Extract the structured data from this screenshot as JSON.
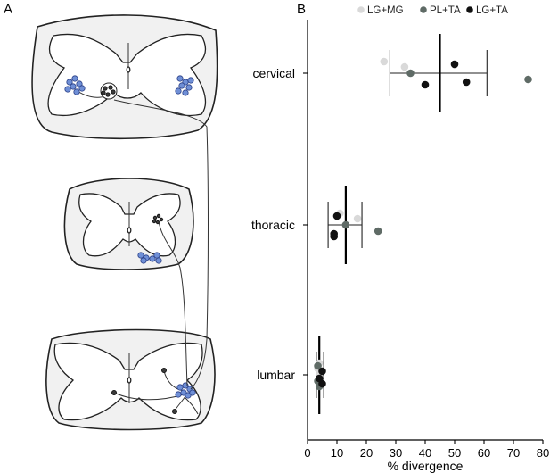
{
  "panel_labels": {
    "a": "A",
    "b": "B"
  },
  "chart_data": {
    "type": "scatter",
    "xlabel": "% divergence",
    "ylabel": "",
    "xlim": [
      0,
      80
    ],
    "xticks": [
      0,
      10,
      20,
      30,
      40,
      50,
      60,
      70,
      80
    ],
    "categories": [
      "cervical",
      "thoracic",
      "lumbar"
    ],
    "legend_position": "top",
    "series": [
      {
        "name": "LG+MG",
        "color": "#d9d9d9",
        "points": [
          {
            "category": "cervical",
            "value": 26
          },
          {
            "category": "cervical",
            "value": 33
          },
          {
            "category": "thoracic",
            "value": 11
          },
          {
            "category": "thoracic",
            "value": 17
          },
          {
            "category": "lumbar",
            "value": 4
          },
          {
            "category": "lumbar",
            "value": 3.5
          },
          {
            "category": "lumbar",
            "value": 4
          }
        ]
      },
      {
        "name": "PL+TA",
        "color": "#5f6b66",
        "points": [
          {
            "category": "cervical",
            "value": 35
          },
          {
            "category": "cervical",
            "value": 75
          },
          {
            "category": "thoracic",
            "value": 13
          },
          {
            "category": "thoracic",
            "value": 24
          },
          {
            "category": "lumbar",
            "value": 3.5
          },
          {
            "category": "lumbar",
            "value": 4
          },
          {
            "category": "lumbar",
            "value": 3.5
          }
        ]
      },
      {
        "name": "LG+TA",
        "color": "#111111",
        "points": [
          {
            "category": "cervical",
            "value": 40
          },
          {
            "category": "cervical",
            "value": 50
          },
          {
            "category": "cervical",
            "value": 54
          },
          {
            "category": "thoracic",
            "value": 9
          },
          {
            "category": "thoracic",
            "value": 10
          },
          {
            "category": "thoracic",
            "value": 9
          },
          {
            "category": "lumbar",
            "value": 5
          },
          {
            "category": "lumbar",
            "value": 5
          },
          {
            "category": "lumbar",
            "value": 4
          }
        ]
      }
    ],
    "summary": [
      {
        "category": "cervical",
        "mean": 45,
        "lower": 28,
        "upper": 61
      },
      {
        "category": "thoracic",
        "mean": 13,
        "lower": 7,
        "upper": 18.5
      },
      {
        "category": "lumbar",
        "mean": 4,
        "lower": 3,
        "upper": 5.5
      }
    ]
  }
}
